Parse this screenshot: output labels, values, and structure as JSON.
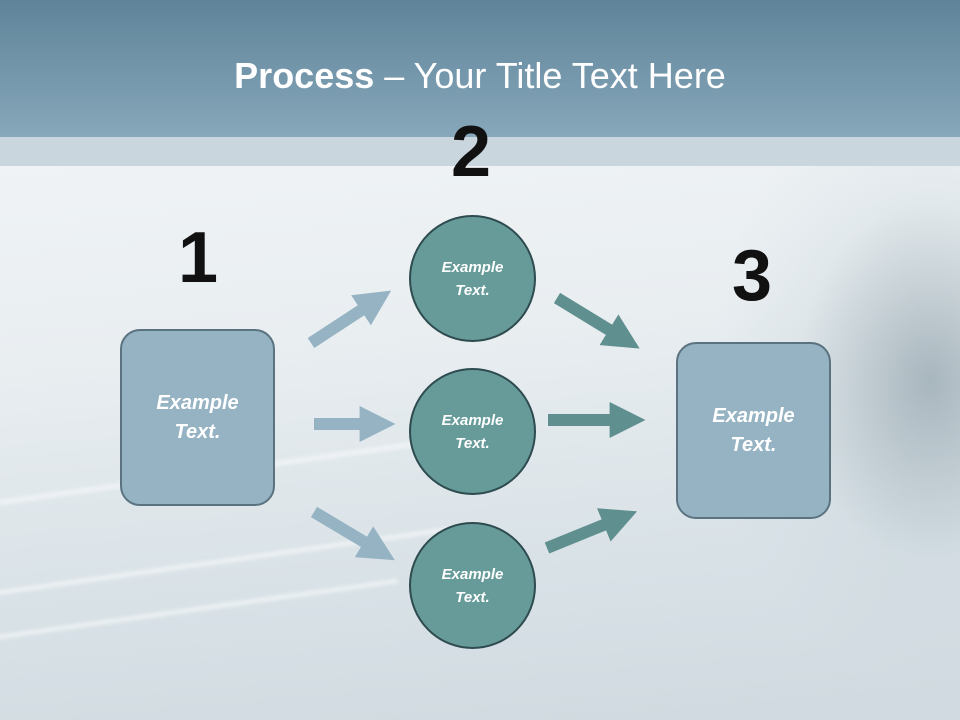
{
  "header": {
    "title_bold": "Process",
    "title_rest": " – Your Title Text Here"
  },
  "steps": [
    {
      "number": "1",
      "text": "Example\nText."
    },
    {
      "number": "2",
      "items": [
        "Example\nText.",
        "Example\nText.",
        "Example\nText."
      ]
    },
    {
      "number": "3",
      "text": "Example\nText."
    }
  ],
  "colors": {
    "header": "#6b8fa3",
    "box": "#95b3c3",
    "circle": "#679b99",
    "arrow_light": "#95b3c3",
    "arrow_dark": "#5f8f8e"
  }
}
